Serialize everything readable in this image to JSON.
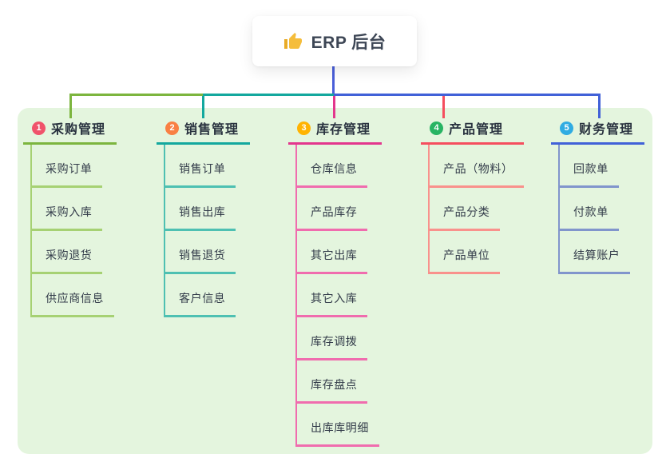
{
  "root": {
    "title": "ERP 后台",
    "icon": "thumbs-up"
  },
  "canvas": {
    "background": "#ffffff",
    "panel_background": "#e4f5de",
    "root_connector_color": "#4a5fd9",
    "title_color": "#3d4655",
    "header_text_color": "#29323f",
    "child_text_color": "#333c4a",
    "thumb_color": "#f5bd3b",
    "thumb_cuff_color": "#e9ab27"
  },
  "branches": [
    {
      "index": "1",
      "label": "采购管理",
      "badge_color": "#f0536b",
      "line_color": "#7cb53e",
      "light_line_color": "#a6d173",
      "children": [
        "采购订单",
        "采购入库",
        "采购退货",
        "供应商信息"
      ]
    },
    {
      "index": "2",
      "label": "销售管理",
      "badge_color": "#f98043",
      "line_color": "#13a89e",
      "light_line_color": "#4ec0b2",
      "children": [
        "销售订单",
        "销售出库",
        "销售退货",
        "客户信息"
      ]
    },
    {
      "index": "3",
      "label": "库存管理",
      "badge_color": "#ffb302",
      "line_color": "#e3368d",
      "light_line_color": "#f06cae",
      "children": [
        "仓库信息",
        "产品库存",
        "其它出库",
        "其它入库",
        "库存调拨",
        "库存盘点",
        "出库库明细"
      ]
    },
    {
      "index": "4",
      "label": "产品管理",
      "badge_color": "#28b463",
      "line_color": "#f54e5e",
      "light_line_color": "#f9918c",
      "children": [
        "产品（物料）",
        "产品分类",
        "产品单位"
      ]
    },
    {
      "index": "5",
      "label": "财务管理",
      "badge_color": "#30ace2",
      "line_color": "#4161d8",
      "light_line_color": "#8195cc",
      "children": [
        "回款单",
        "付款单",
        "结算账户"
      ]
    }
  ]
}
